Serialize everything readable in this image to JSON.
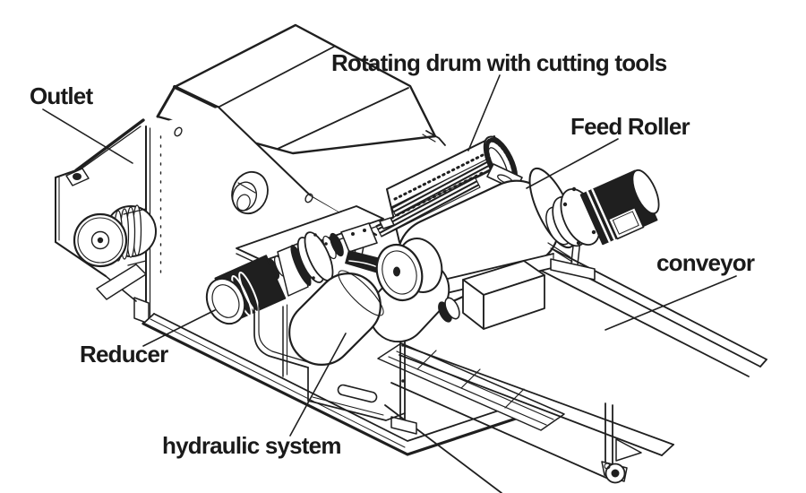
{
  "diagram": {
    "title_hint": "drum chipper machine parts diagram",
    "colors": {
      "background": "#ffffff",
      "line": "#1f1f1f",
      "text": "#1a1a1a"
    },
    "labels": {
      "outlet": {
        "text": "Outlet"
      },
      "drum": {
        "text": "Rotating drum with cutting tools"
      },
      "feed_roller": {
        "text": "Feed Roller"
      },
      "conveyor": {
        "text": "conveyor"
      },
      "reducer": {
        "text": "Reducer"
      },
      "hydraulic": {
        "text": "hydraulic system"
      }
    }
  }
}
